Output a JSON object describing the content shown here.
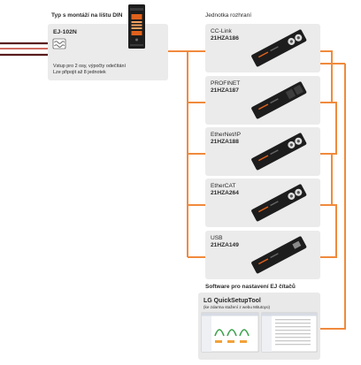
{
  "din_caption": "Typ s montáží na lištu DIN",
  "main_unit": {
    "model": "EJ-102N",
    "desc_line1": "Vstup pro 2 osy, výpočty odečítání",
    "desc_line2": "Lze připojit až 8 jednotek"
  },
  "interface_caption": "Jednotka rozhraní",
  "interfaces": [
    {
      "name": "CC-Link",
      "code": "21HZA186"
    },
    {
      "name": "PROFINET",
      "code": "21HZA187"
    },
    {
      "name": "EtherNet/IP",
      "code": "21HZA188"
    },
    {
      "name": "EtherCAT",
      "code": "21HZA264"
    },
    {
      "name": "USB",
      "code": "21HZA149"
    }
  ],
  "software_caption": "Software pro nastavení EJ čítačů",
  "software": {
    "name": "LG QuickSetupTool",
    "note": "(ke zdarma stažení z webu Mitutoyo)"
  },
  "colors": {
    "wire_orange": "#f08a3c",
    "cable_dark": "#5a1c1c",
    "card_bg": "#ebebeb",
    "device_body": "#1d1d1d"
  }
}
